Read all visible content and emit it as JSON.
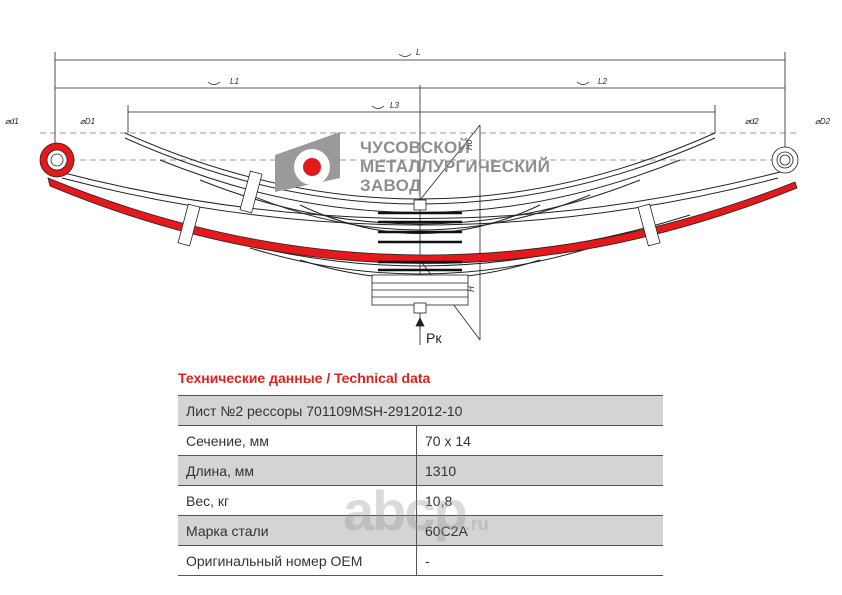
{
  "drawing": {
    "dimensions": {
      "L": "L",
      "L1": "L1",
      "L2": "L2",
      "L3": "L3",
      "d1": "⌀d1",
      "D1": "⌀D1",
      "d2": "⌀d2",
      "D2": "⌀D2",
      "H": "H",
      "H0": "H0",
      "load": "Pк"
    },
    "colors": {
      "accent_leaf": "#e3191b",
      "logo_gray": "#8e8e8e"
    }
  },
  "logo": {
    "lines": [
      "ЧУСОВСКОЙ",
      "МЕТАЛЛУРГИЧЕСКИЙ",
      "ЗАВОД"
    ]
  },
  "technical": {
    "title": "Технические данные / Technical data",
    "header": "Лист №2 рессоры 701109MSH-2912012-10",
    "rows": [
      {
        "label": "Сечение, мм",
        "value": "70 x 14"
      },
      {
        "label": "Длина, мм",
        "value": "1310"
      },
      {
        "label": "Вес, кг",
        "value": "10,8"
      },
      {
        "label": "Марка стали",
        "value": "60C2A"
      },
      {
        "label": "Оригинальный номер OEM",
        "value": "-"
      }
    ]
  },
  "watermark": {
    "text": "abcp",
    "suffix": ".ru"
  }
}
